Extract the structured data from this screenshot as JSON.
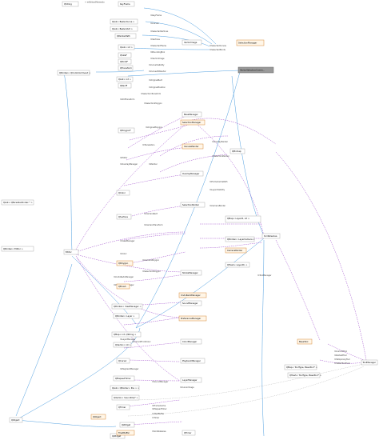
{
  "diagram": {
    "nodes": [
      {
        "id": "qstring",
        "label": "QString",
        "kind": "plain"
      },
      {
        "id": "keyframe",
        "label": "KeyFrame",
        "kind": "plain"
      },
      {
        "id": "qlist_beziercurve",
        "label": "QList< BezierCurve >",
        "kind": "plain"
      },
      {
        "id": "qlist_beziervert",
        "label": "QList< BezierVert >",
        "kind": "plain"
      },
      {
        "id": "qpainterpath",
        "label": "QPainterPath",
        "kind": "plain"
      },
      {
        "id": "vectorimage",
        "label": "VectorImage",
        "kind": "plain"
      },
      {
        "id": "qlist_int_a",
        "label": "QList< int >",
        "kind": "plain"
      },
      {
        "id": "qsizef",
        "label": "QSizeF",
        "kind": "plain"
      },
      {
        "id": "qpointf",
        "label": "QPointF",
        "kind": "plain"
      },
      {
        "id": "qtransform",
        "label": "QTransform",
        "kind": "plain"
      },
      {
        "id": "qlist_int_b",
        "label": "QList< int >",
        "kind": "plain"
      },
      {
        "id": "qrectf",
        "label": "QRectF",
        "kind": "plain"
      },
      {
        "id": "qpolygonf",
        "label": "QPolygonF",
        "kind": "plain"
      },
      {
        "id": "qpointer_undo",
        "label": "QPointer< QUndoCommand >",
        "kind": "plain"
      },
      {
        "id": "qpointer_editor",
        "label": "QPointer< Editor >",
        "kind": "plain"
      },
      {
        "id": "mapper",
        "label": "SelectionManager",
        "kind": "template"
      },
      {
        "id": "root",
        "label": "VectorSelectionComm...",
        "kind": "root"
      },
      {
        "id": "basemanager",
        "label": "BaseManager",
        "kind": "plain"
      },
      {
        "id": "selectionmanager",
        "label": "SelectionManager",
        "kind": "template"
      },
      {
        "id": "canvaspainter",
        "label": "CanvasPainter",
        "kind": "template"
      },
      {
        "id": "overlaymanager",
        "label": "OverlayManager",
        "kind": "plain"
      },
      {
        "id": "selectionpainter",
        "label": "SelectionPainter",
        "kind": "plain"
      },
      {
        "id": "qmap_layer",
        "label": "QMap< LayerId, int >",
        "kind": "plain"
      },
      {
        "id": "qpointer_layercam",
        "label": "QPointer< LayerCamera >",
        "kind": "plain"
      },
      {
        "id": "qhash",
        "label": "QHash< LayerID, >",
        "kind": "plain"
      },
      {
        "id": "qsurface",
        "label": "QSurface",
        "kind": "plain"
      },
      {
        "id": "camerapainter",
        "label": "CameraPainter",
        "kind": "template"
      },
      {
        "id": "qpolygon",
        "label": "QPolygon",
        "kind": "template"
      },
      {
        "id": "qpointer_viewmgr",
        "label": "QPointer< ViewManager >",
        "kind": "plain"
      },
      {
        "id": "qpointer_layer",
        "label": "QPointer< Layer >",
        "kind": "plain"
      },
      {
        "id": "qcolor",
        "label": "QColor",
        "kind": "plain"
      },
      {
        "id": "qbrush",
        "label": "QBrush",
        "kind": "template"
      },
      {
        "id": "strokemanager",
        "label": "StrokeManager",
        "kind": "plain"
      },
      {
        "id": "soundmanager",
        "label": "SoundManager",
        "kind": "plain"
      },
      {
        "id": "qmap_timeline",
        "label": "QMap< int, QString >",
        "kind": "plain"
      },
      {
        "id": "preferencemanager",
        "label": "PreferenceManager",
        "kind": "template"
      },
      {
        "id": "undoredomanager",
        "label": "UndoRedoManager",
        "kind": "template"
      },
      {
        "id": "qvector_int",
        "label": "QVector< int >",
        "kind": "plain"
      },
      {
        "id": "colormanager",
        "label": "ColorManager",
        "kind": "plain"
      },
      {
        "id": "qcursor",
        "label": "QCursor",
        "kind": "plain"
      },
      {
        "id": "playbackmanager",
        "label": "PlaybackManager",
        "kind": "plain"
      },
      {
        "id": "layermanager",
        "label": "LayerManager",
        "kind": "plain"
      },
      {
        "id": "qelapsedtimer",
        "label": "QElapsedTimer",
        "kind": "plain"
      },
      {
        "id": "qlist_pos",
        "label": "QList< QPointer< Pos > >",
        "kind": "plain"
      },
      {
        "id": "qvector_sound",
        "label": "QVector< SoundClip* >",
        "kind": "plain"
      },
      {
        "id": "timer",
        "label": "QTimer",
        "kind": "plain"
      },
      {
        "id": "qobject",
        "label": "QObject",
        "kind": "template"
      },
      {
        "id": "qwidget",
        "label": "QWidget",
        "kind": "plain"
      },
      {
        "id": "toolmanager",
        "label": "ToolManager",
        "kind": "plain"
      },
      {
        "id": "basetool",
        "label": "BaseTool",
        "kind": "template"
      },
      {
        "id": "qmap_tooltype",
        "label": "QMap< ToolType, BaseTool* >",
        "kind": "plain"
      },
      {
        "id": "qhash_tools",
        "label": "QHash< ToolType, BaseTool* >",
        "kind": "plain"
      },
      {
        "id": "scribblearea",
        "label": "ScribbleArea",
        "kind": "plain"
      },
      {
        "id": "editor",
        "label": "Editor",
        "kind": "plain"
      },
      {
        "id": "qlist_dimension",
        "label": "QList< QPersistentIndex * >",
        "kind": "plain"
      },
      {
        "id": "qpixmap",
        "label": "QPixmap",
        "kind": "plain"
      },
      {
        "id": "qobject_b",
        "label": "QObject",
        "kind": "plain"
      },
      {
        "id": "qwidget_b",
        "label": "QWidget",
        "kind": "plain"
      },
      {
        "id": "tiledbuffer",
        "label": "TiledBuffer",
        "kind": "template"
      },
      {
        "id": "qtimer_b",
        "label": "QTimer",
        "kind": "plain"
      }
    ],
    "edge_labels": [
      "+ mEditorsMemento",
      "mKeyFrame",
      "mCurves",
      "mSelectedVertices",
      "mVertices",
      "mSelectedFrame",
      "mBoundingBox",
      "mVectorImage",
      "mSelectedCurves",
      "mSelectedPoints",
      "mCurveVisibility",
      "mCurvesToRender",
      "mOriginalRect",
      "mOriginalPosition",
      "mSelectionTransform",
      "mOldTransform",
      "mSelectionPolygon",
      "mOriginalPolygon",
      "mTranslation",
      "mEditor",
      "mPainter",
      "mOverlayManager",
      "mOverlayPainter",
      "mSelectionPainter",
      "mFrameCachePath",
      "mLayerVisibility",
      "mCameraPainter",
      "mCameraRect",
      "mCameraTransform",
      "mCameraPolygon",
      "mSelectionPolygon",
      "mViewManager",
      "mColor",
      "mCurrentFrontColor",
      "mPreferenceManager",
      "mUndoRedoManager",
      "mSoundManager",
      "mPlaybackManager",
      "mLayerManager",
      "mToolManager",
      "mCurrentTool",
      "mDefaultTool",
      "mTemporaryTool",
      "mTabletToolFrom",
      "mCursorImage",
      "mTiledBuffer",
      "mFrameCache",
      "mElapsedTimer",
      "mTimer",
      "mScribbleArea"
    ]
  }
}
